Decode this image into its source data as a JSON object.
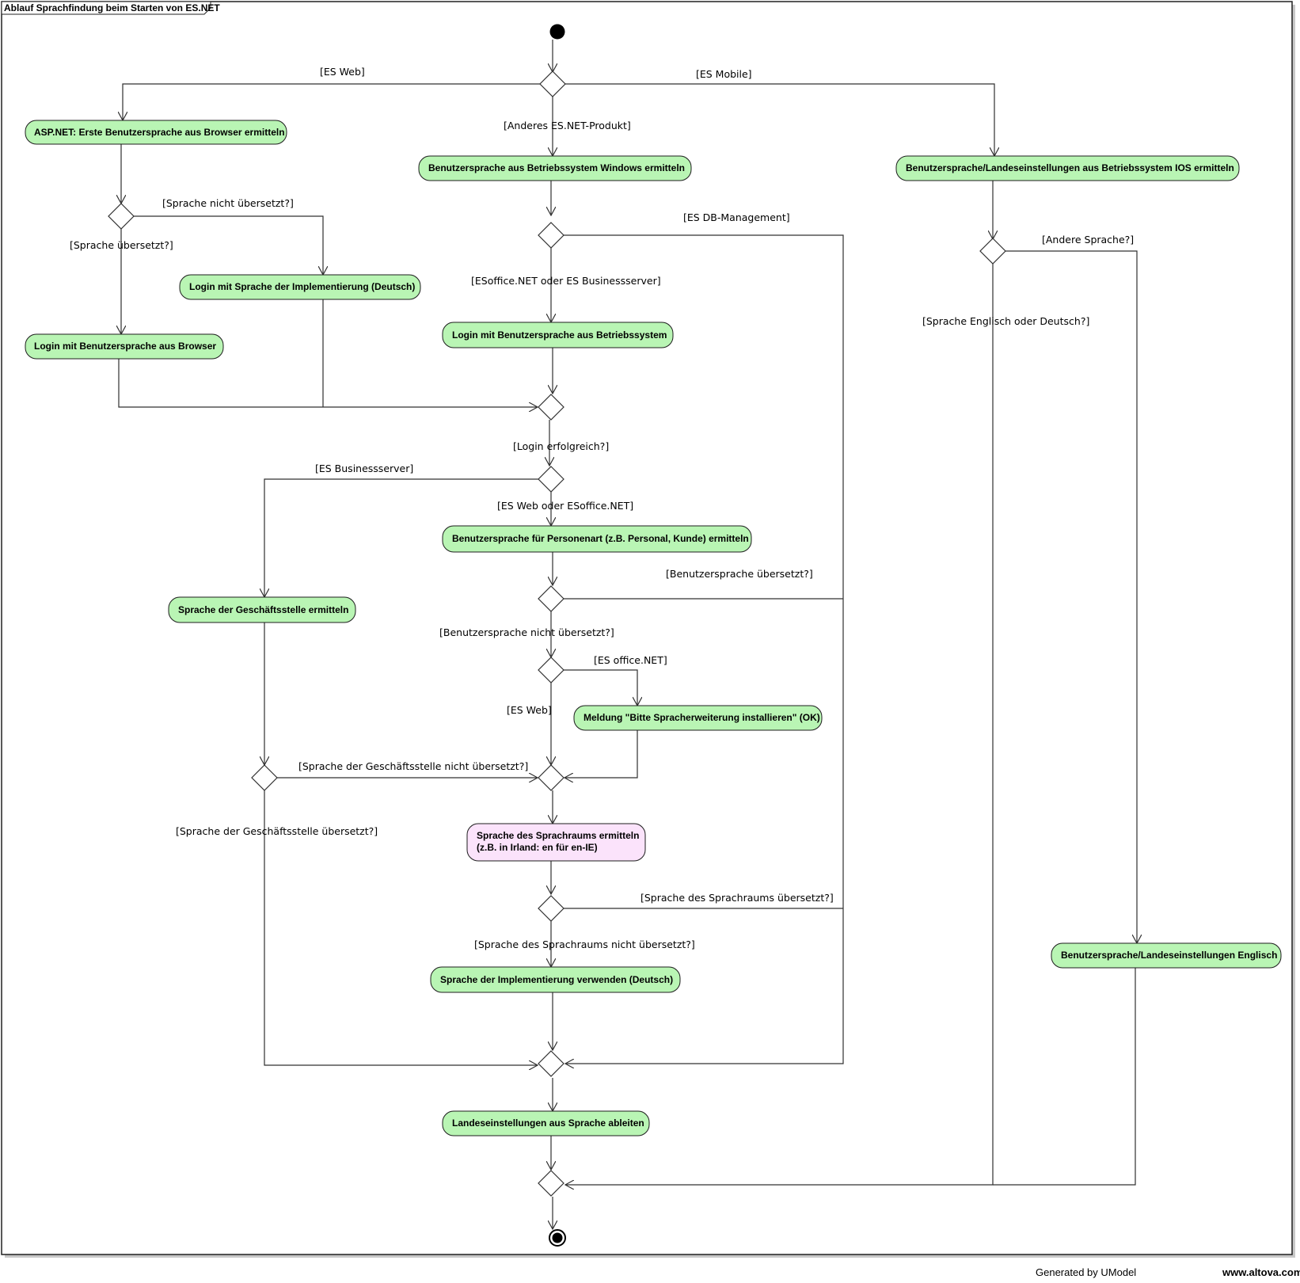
{
  "frame": {
    "title": "Ablauf Sprachfindung beim Starten von ES.NET"
  },
  "footer": {
    "generator": "Generated by UModel",
    "website": "www.altova.com"
  },
  "colors": {
    "action_fill": "#b9f5b4",
    "note_action_fill": "#fbe3fb",
    "line": "#303030"
  },
  "nodes": {
    "initial": {
      "label": ""
    },
    "final": {
      "label": ""
    }
  },
  "actions": {
    "asp_browser": "ASP.NET: Erste Benutzersprache aus Browser ermitteln",
    "win_os": "Benutzersprache aus Betriebssystem Windows ermitteln",
    "ios_os": "Benutzersprache/Landeseinstellungen aus Betriebssystem IOS ermitteln",
    "login_impl_de": "Login mit Sprache der Implementierung (Deutsch)",
    "login_browser": "Login mit Benutzersprache aus Browser",
    "login_os": "Login mit Benutzersprache aus Betriebssystem",
    "personenart": "Benutzersprache für Personenart (z.B. Personal, Kunde) ermitteln",
    "geschaeftsstelle": "Sprache der Geschäftsstelle ermitteln",
    "meldung": "Meldung \"Bitte Spracherweiterung installieren\" (OK)",
    "sprachraum_line1": "Sprache des Sprachraums ermitteln",
    "sprachraum_line2": "(z.B. in Irland: en für en-IE)",
    "impl_de": "Sprache der Implementierung verwenden (Deutsch)",
    "englisch": "Benutzersprache/Landeseinstellungen Englisch",
    "landeseinstellungen": "Landeseinstellungen aus Sprache ableiten"
  },
  "guards": {
    "es_web": "[ES Web]",
    "es_mobile": "[ES Mobile]",
    "anderes_produkt": "[Anderes ES.NET-Produkt]",
    "sprache_nicht_uebersetzt": "[Sprache nicht übersetzt?]",
    "sprache_uebersetzt": "[Sprache übersetzt?]",
    "es_db_management": "[ES DB-Management]",
    "esoffice_oder_bs": "[ESoffice.NET oder ES Businessserver]",
    "andere_sprache": "[Andere Sprache?]",
    "englisch_oder_deutsch": "[Sprache Englisch oder Deutsch?]",
    "login_erfolgreich": "[Login erfolgreich?]",
    "es_businessserver": "[ES Businessserver]",
    "es_web_oder_esoffice": "[ES Web oder ESoffice.NET]",
    "benutzersprache_uebersetzt": "[Benutzersprache übersetzt?]",
    "benutzersprache_nicht_uebersetzt": "[Benutzersprache nicht übersetzt?]",
    "es_office_net": "[ES office.NET]",
    "es_web_2": "[ES Web]",
    "gs_nicht_uebersetzt": "[Sprache der Geschäftsstelle nicht übersetzt?]",
    "gs_uebersetzt": "[Sprache der Geschäftsstelle übersetzt?]",
    "sprachraum_uebersetzt": "[Sprache des Sprachraums übersetzt?]",
    "sprachraum_nicht_uebersetzt": "[Sprache des Sprachraums nicht übersetzt?]"
  }
}
